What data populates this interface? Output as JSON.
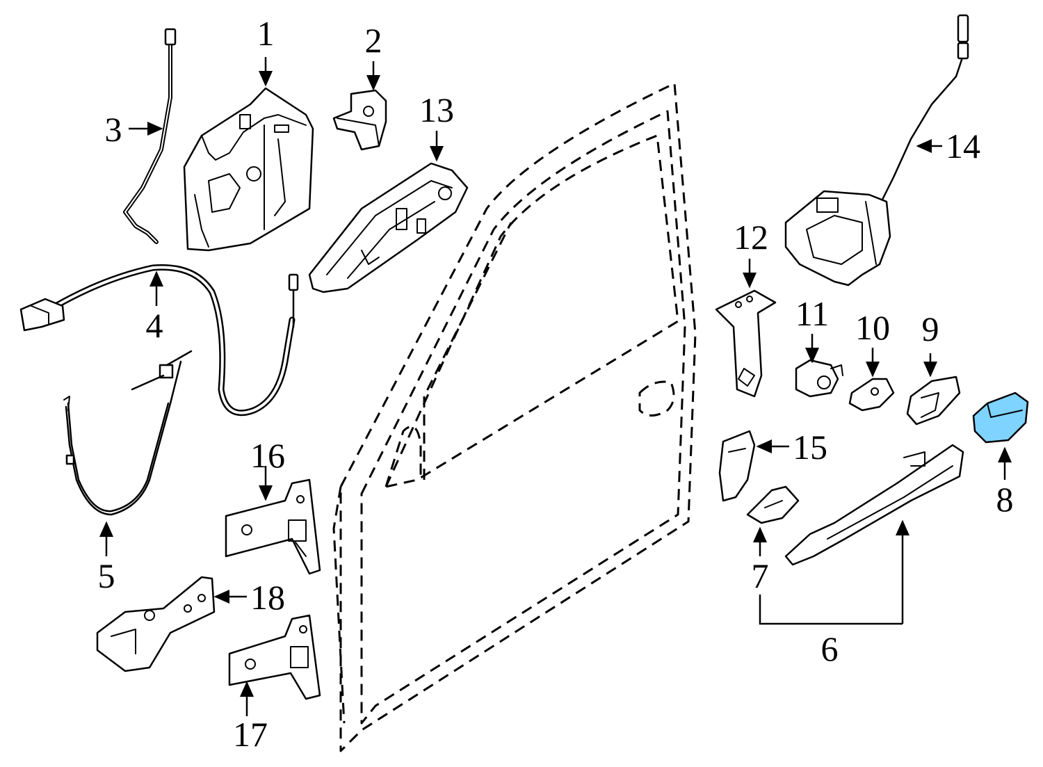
{
  "accent_color": "#7fd3ff",
  "callouts": {
    "c1": "1",
    "c2": "2",
    "c3": "3",
    "c4": "4",
    "c5": "5",
    "c6": "6",
    "c7": "7",
    "c8": "8",
    "c9": "9",
    "c10": "10",
    "c11": "11",
    "c12": "12",
    "c13": "13",
    "c14": "14",
    "c15": "15",
    "c16": "16",
    "c17": "17",
    "c18": "18"
  },
  "highlighted_part": "8"
}
